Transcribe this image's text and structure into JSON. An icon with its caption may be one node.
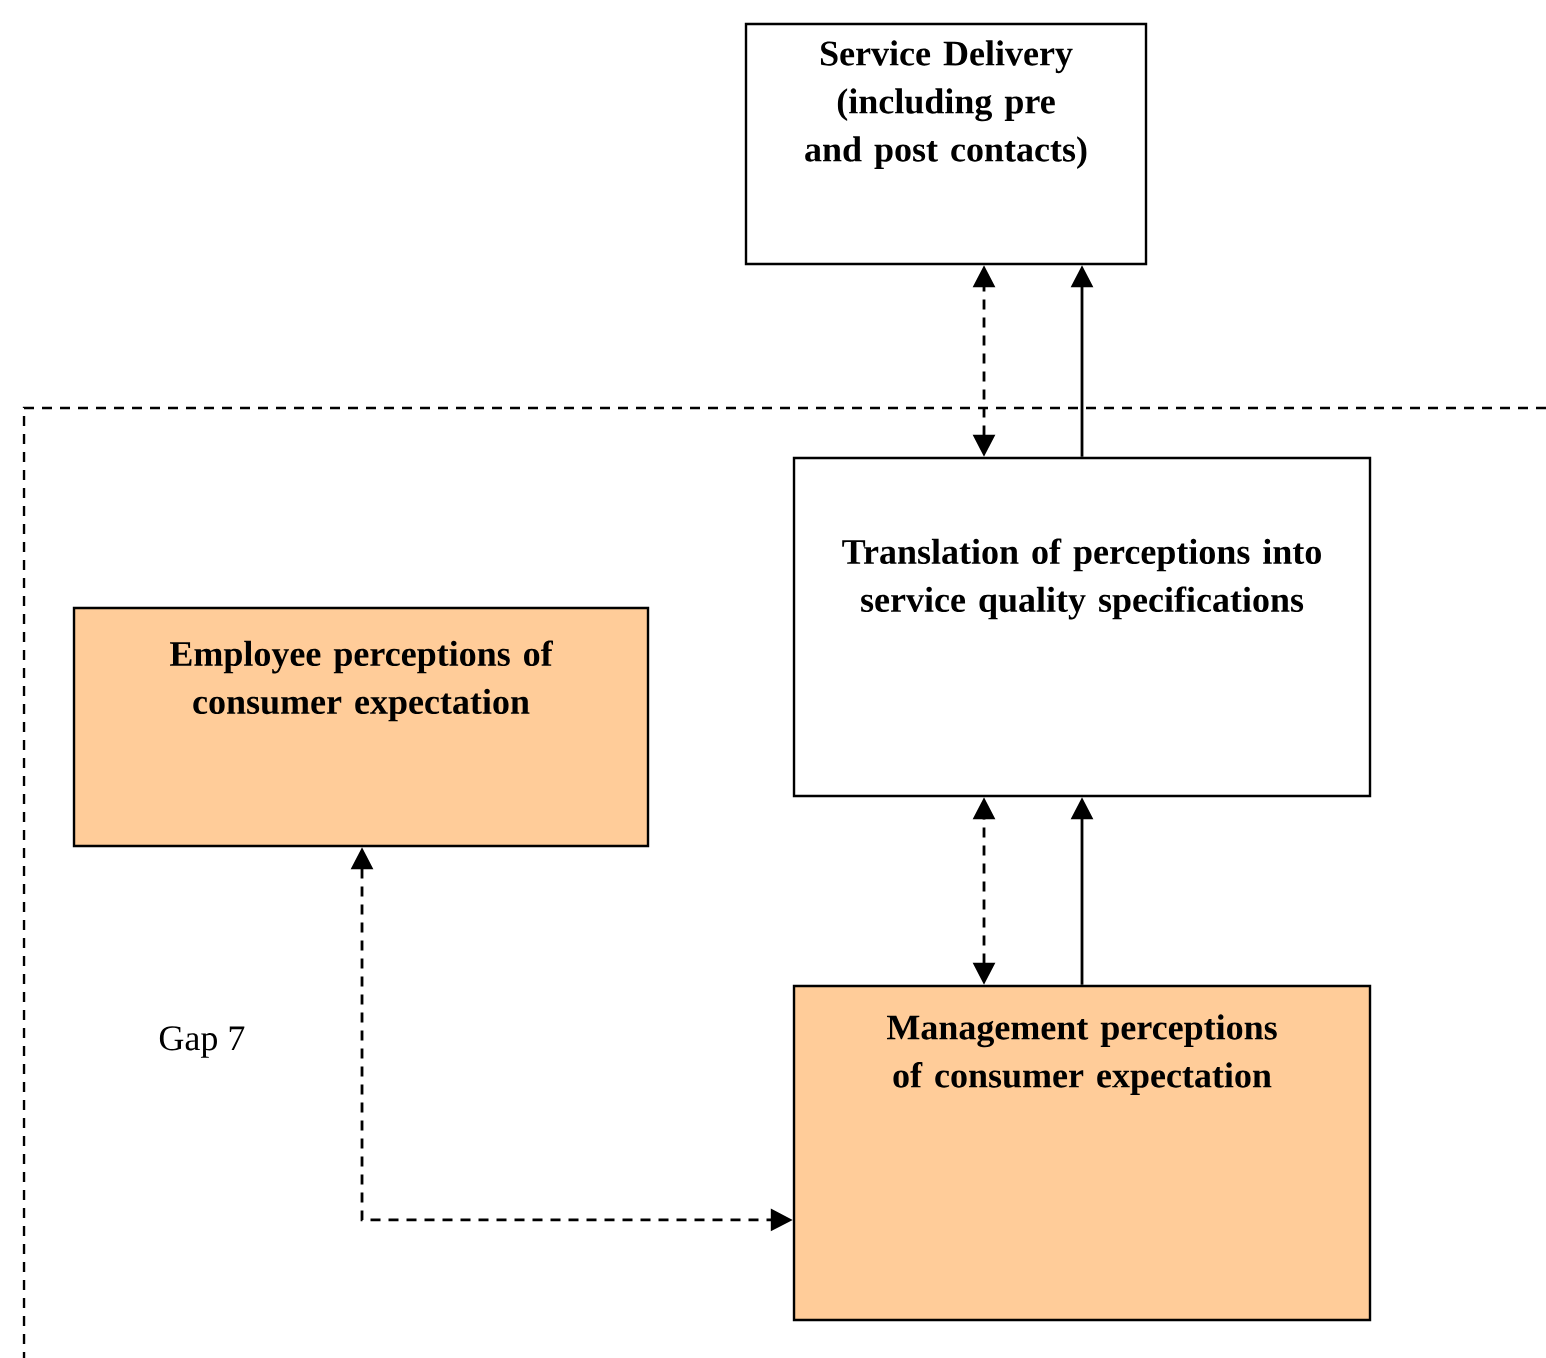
{
  "diagram": {
    "nodes": [
      {
        "text": [
          "Service Delivery (including pre and post contacts)"
        ]
      },
      {
        "text": [
          "Translation of perceptions into service quality specifications"
        ]
      },
      {
        "text": [
          "Employee perceptions of consumer expectation"
        ]
      },
      {
        "text": [
          "Management perceptions of consumer expectation"
        ]
      }
    ],
    "edges": [
      {
        "from": 1,
        "to": 0,
        "arrow": "both",
        "style": "dashed"
      },
      {
        "from": 1,
        "to": 0,
        "arrow": "to"
      },
      {
        "from": 3,
        "to": 1,
        "arrow": "both",
        "style": "dashed"
      },
      {
        "from": 3,
        "to": 1,
        "arrow": "to"
      },
      {
        "from": 2,
        "to": 3,
        "arrow": "both",
        "style": "dashed"
      }
    ],
    "labels": [
      "Gap 7"
    ]
  }
}
